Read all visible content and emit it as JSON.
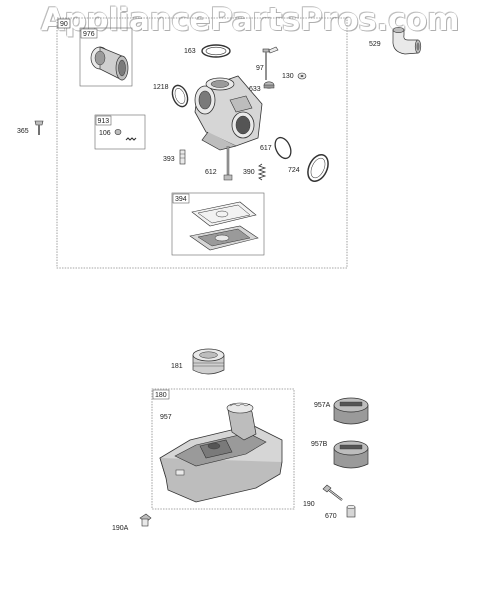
{
  "watermark": "AppliancePartsPros.com",
  "colors": {
    "line": "#333333",
    "fill_light": "#e9e9e9",
    "fill_mid": "#bdbdbd",
    "fill_dark": "#7a7a7a",
    "frame": "#888888"
  },
  "parts": {
    "p90": "90",
    "p976": "976",
    "p163": "163",
    "p97": "97",
    "p130": "130",
    "p633": "633",
    "p529": "529",
    "p1218": "1218",
    "p365": "365",
    "p913": "913",
    "p106": "106",
    "p393": "393",
    "p612": "612",
    "p390": "390",
    "p617": "617",
    "p724": "724",
    "p394": "394",
    "p181": "181",
    "p180": "180",
    "p957": "957",
    "p957A": "957A",
    "p957B": "957B",
    "p190": "190",
    "p670": "670",
    "p190A": "190A"
  }
}
